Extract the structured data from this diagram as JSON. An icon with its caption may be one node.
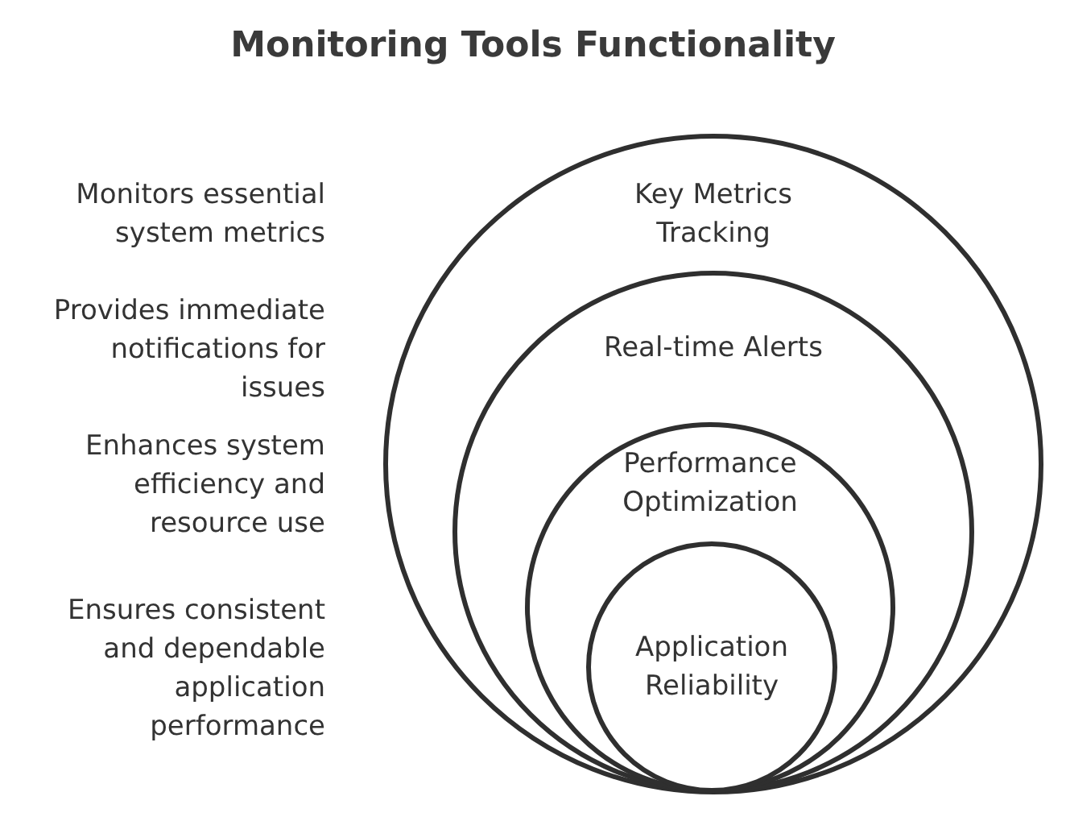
{
  "diagram": {
    "title": "Monitoring Tools Functionality",
    "nodes": [
      {
        "text": [
          "Key Metrics Tracking"
        ]
      },
      {
        "text": [
          "Real-time Alerts"
        ],
        "in": 0
      },
      {
        "text": [
          "Performance Optimization"
        ],
        "in": 1
      },
      {
        "text": [
          "Application Reliability"
        ],
        "in": 2
      }
    ],
    "labels": [
      "Monitors essential system metrics",
      "Provides immediate notifications for issues",
      "Enhances system efficiency and resource use",
      "Ensures consistent and dependable application performance"
    ]
  }
}
